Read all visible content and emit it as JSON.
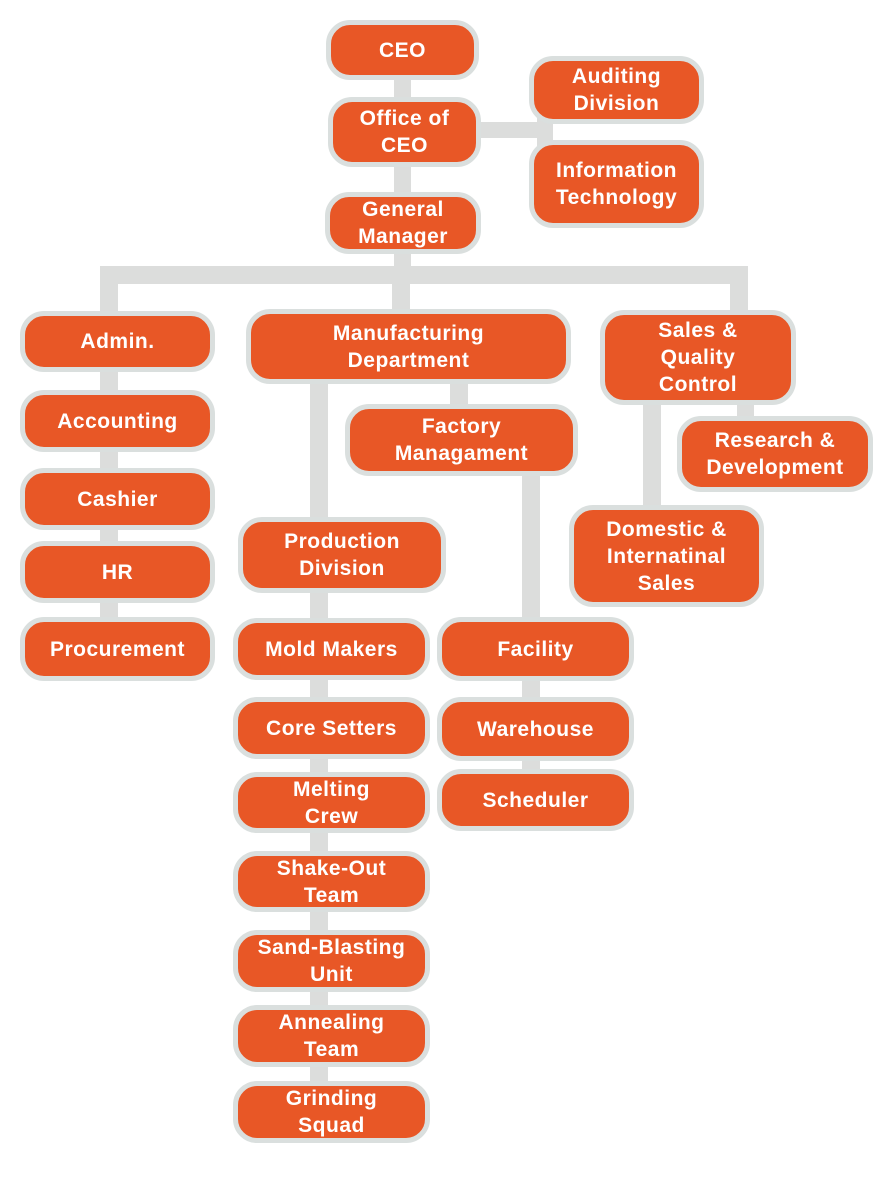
{
  "title": "Organization Chart",
  "colors": {
    "node_fill": "#e85726",
    "node_border": "#dadfde",
    "connector": "#dcdddc",
    "text": "#ffffff"
  },
  "nodes": {
    "ceo": "CEO",
    "office_ceo": "Office of\nCEO",
    "auditing": "Auditing\nDivision",
    "it": "Information\nTechnology",
    "gm": "General\nManager",
    "admin": "Admin.",
    "accounting": "Accounting",
    "cashier": "Cashier",
    "hr": "HR",
    "procurement": "Procurement",
    "manufacturing": "Manufacturing\nDepartment",
    "factory": "Factory\nManagament",
    "sales_qc": "Sales &\nQuality\nControl",
    "rnd": "Research &\nDevelopment",
    "domestic": "Domestic &\nInternatinal\nSales",
    "production": "Production\nDivision",
    "mold": "Mold Makers",
    "core": "Core Setters",
    "melting": "Melting\nCrew",
    "shakeout": "Shake-Out\nTeam",
    "sandblast": "Sand-Blasting\nUnit",
    "annealing": "Annealing\nTeam",
    "grinding": "Grinding\nSquad",
    "facility": "Facility",
    "warehouse": "Warehouse",
    "scheduler": "Scheduler"
  }
}
